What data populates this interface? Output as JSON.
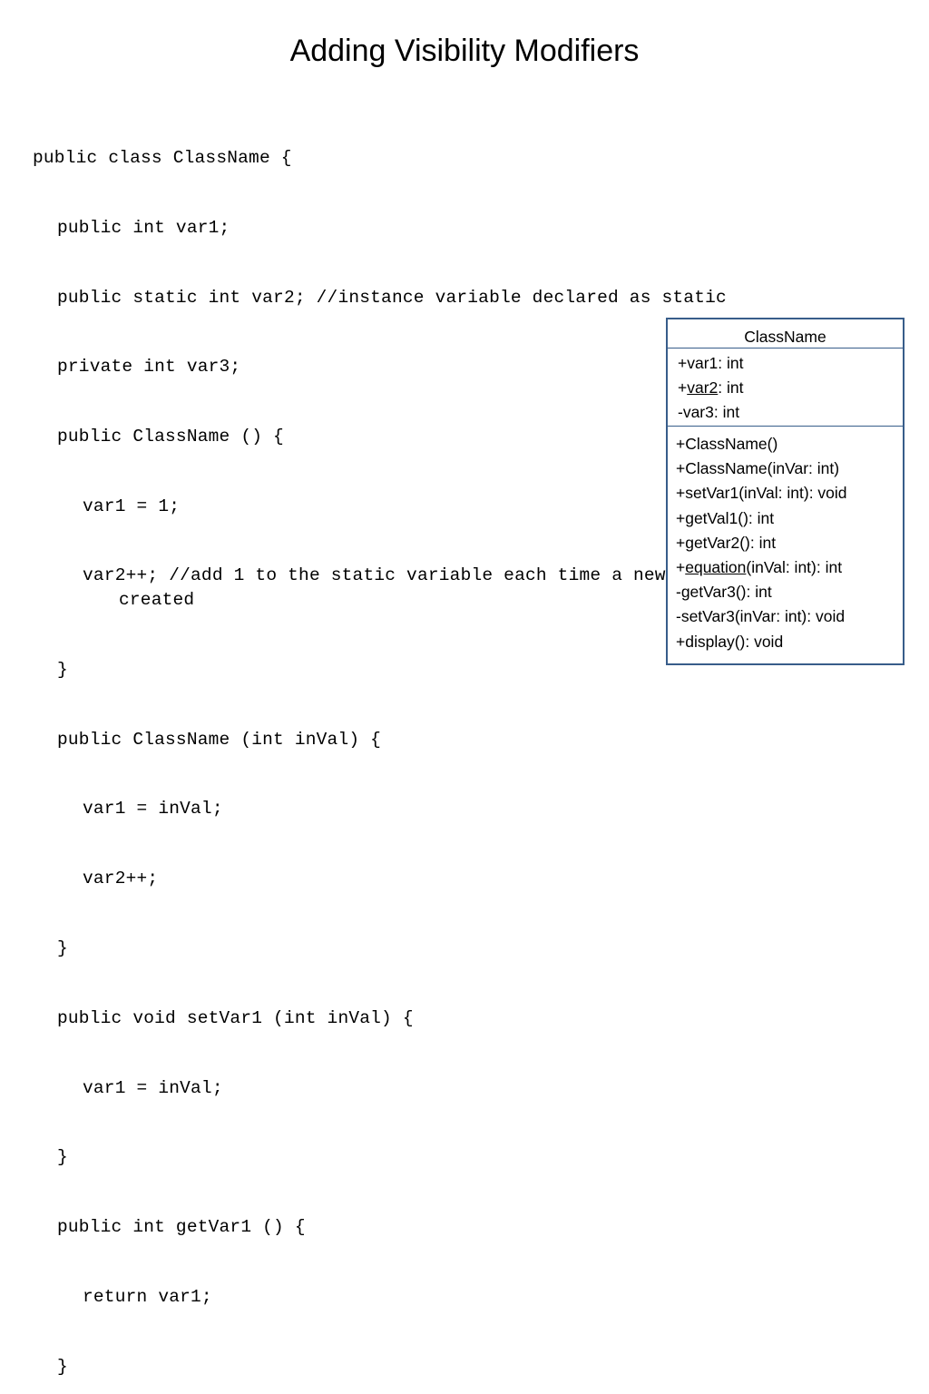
{
  "title": "Adding Visibility Modifiers",
  "code": {
    "l1": "public class ClassName {",
    "l2": "public int var1;",
    "l3": "public static int var2; //instance variable declared as static",
    "l4": "private int var3;",
    "l5": "public ClassName () {",
    "l6": "var1 = 1;",
    "l7a": "var2++; //add 1 to the static variable each time a new object is",
    "l7b": "created",
    "l8": "}",
    "l9": "public ClassName (int inVal) {",
    "l10": "var1 = inVal;",
    "l11": "var2++;",
    "l12": "}",
    "l13": "public void setVar1 (int inVal) {",
    "l14": "var1 = inVal;",
    "l15": "}",
    "l16": "public int getVar1 () {",
    "l17": "return var1;",
    "l18": "}"
  },
  "uml": {
    "class_name": "ClassName",
    "attributes": {
      "a1": "+var1: int",
      "a2_prefix": "+",
      "a2_name": "var2",
      "a2_type": ": int",
      "a3": "-var3: int"
    },
    "methods": {
      "m1": "+ClassName()",
      "m2": "+ClassName(inVar: int)",
      "m3": "+setVar1(inVal: int): void",
      "m4": "+getVal1(): int",
      "m5": "+getVar2(): int",
      "m6_prefix": "+",
      "m6_name": "equation",
      "m6_rest": "(inVal: int): int",
      "m7": "-getVar3(): int",
      "m8": "-setVar3(inVar: int): void",
      "m9": "+display(): void"
    }
  },
  "colors": {
    "uml_border": "#385d8a"
  }
}
